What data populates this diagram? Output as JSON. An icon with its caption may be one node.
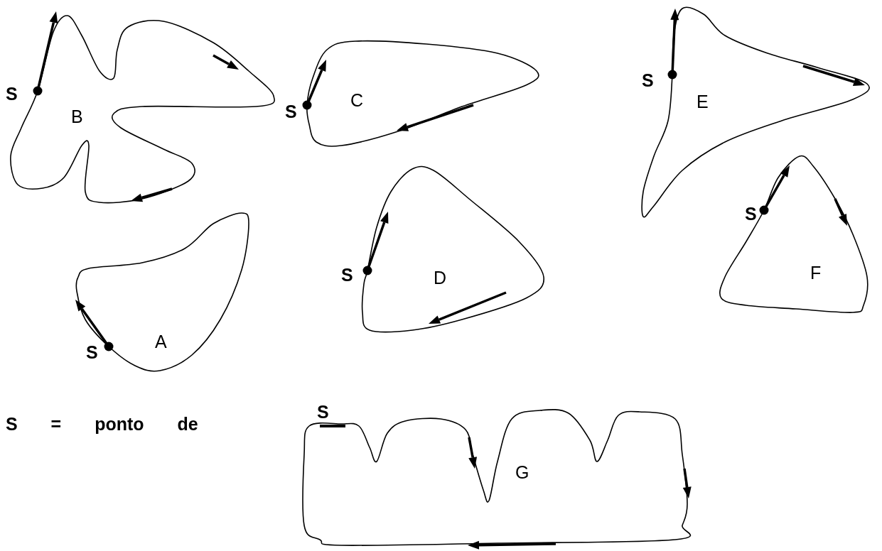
{
  "diagram": {
    "nodes": [
      {
        "text": [
          "B"
        ],
        "beside": [
          "S"
        ]
      },
      {
        "text": [
          "C"
        ],
        "beside": [
          "S"
        ]
      },
      {
        "text": [
          "E"
        ],
        "beside": [
          "S"
        ]
      },
      {
        "text": [
          "D"
        ],
        "beside": [
          "S"
        ]
      },
      {
        "text": [
          "F"
        ],
        "beside": [
          "S"
        ]
      },
      {
        "text": [
          "A"
        ],
        "beside": [
          "S"
        ]
      },
      {
        "text": [
          "G"
        ],
        "beside": [
          "S"
        ]
      }
    ],
    "labels": [
      "S = ponto de"
    ]
  }
}
